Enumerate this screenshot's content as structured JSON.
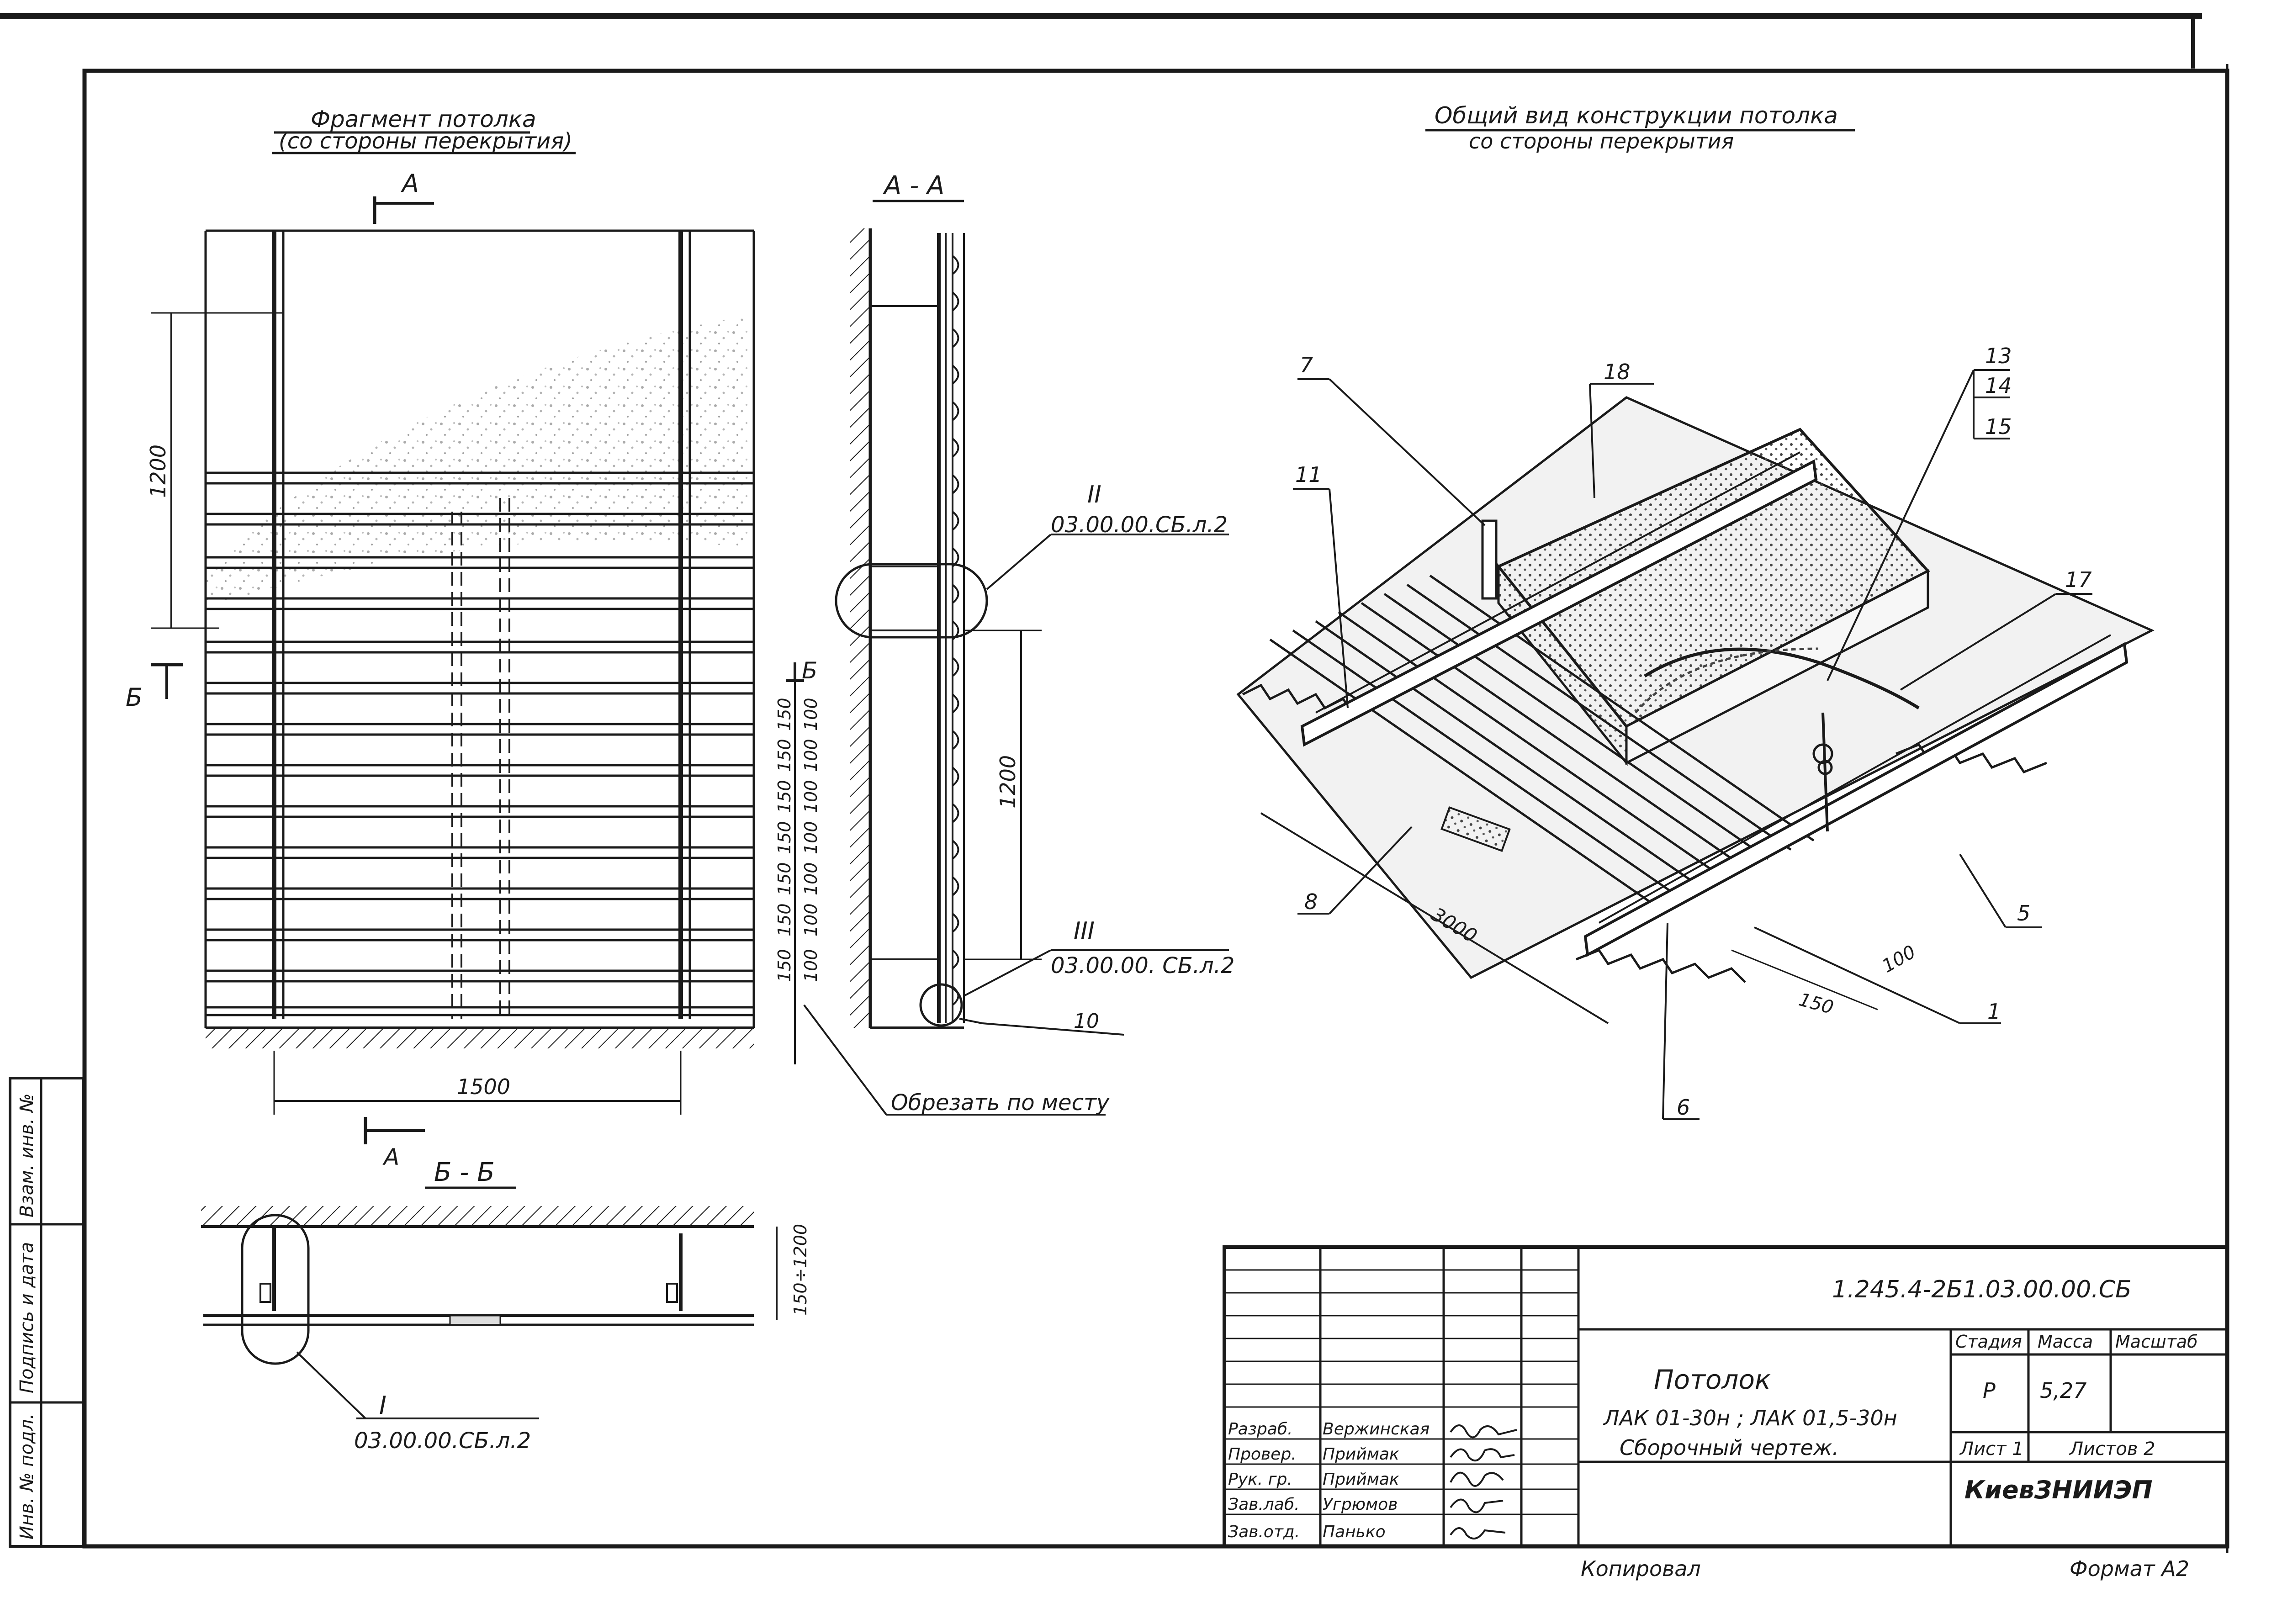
{
  "views": {
    "fragment_title_1": "Фрагмент потолка",
    "fragment_title_2": "(со стороны перекрытия)",
    "section_aa": "А - А",
    "section_bb": "Б - Б",
    "general_title_1": "Общий вид конструкции потолка",
    "general_title_2": "со стороны перекрытия",
    "cut_a": "А",
    "cut_b": "Б"
  },
  "dimensions": {
    "d1200_left": "1200",
    "d1200_mid": "1200",
    "d1500": "1500",
    "d150": "150",
    "d100": "100",
    "d150_1200": "150÷1200",
    "d3000": "3000",
    "d150_iso": "150",
    "d100_iso": "100"
  },
  "notes": {
    "cut_in_place": "Обрезать по месту",
    "ref_2": "II",
    "ref_2_doc": "03.00.00.СБ.л.2",
    "ref_3": "III",
    "ref_3_doc": "03.00.00. СБ.л.2",
    "ref_1": "I",
    "ref_1_doc": "03.00.00.СБ.л.2",
    "callout_10": "10"
  },
  "callouts": [
    "7",
    "18",
    "13",
    "14",
    "15",
    "11",
    "17",
    "8",
    "5",
    "1",
    "6"
  ],
  "title_block": {
    "code": "1.245.4-2Б1.03.00.00.СБ",
    "name_1": "Потолок",
    "name_2": "ЛАК 01-30н ; ЛАК 01,5-30н",
    "name_3": "Сборочный чертеж.",
    "stage_label": "Стадия",
    "mass_label": "Масса",
    "scale_label": "Масштаб",
    "stage_value": "Р",
    "mass_value": "5,27",
    "sheet_label": "Лист 1",
    "sheets_label": "Листов 2",
    "organization": "КиевЗНИИЭП",
    "roles": [
      "Разраб.",
      "Провер.",
      "Рук. гр.",
      "Зав.лаб.",
      "Зав.отд."
    ],
    "people": [
      "Вержинская",
      "Приймак",
      "Приймак",
      "Угрюмов",
      "Панько"
    ]
  },
  "side_stamp": [
    "Инв. № подл.",
    "Подпись и дата",
    "Взам. инв. №"
  ],
  "footer": {
    "copied": "Копировал",
    "format": "Формат А2"
  }
}
